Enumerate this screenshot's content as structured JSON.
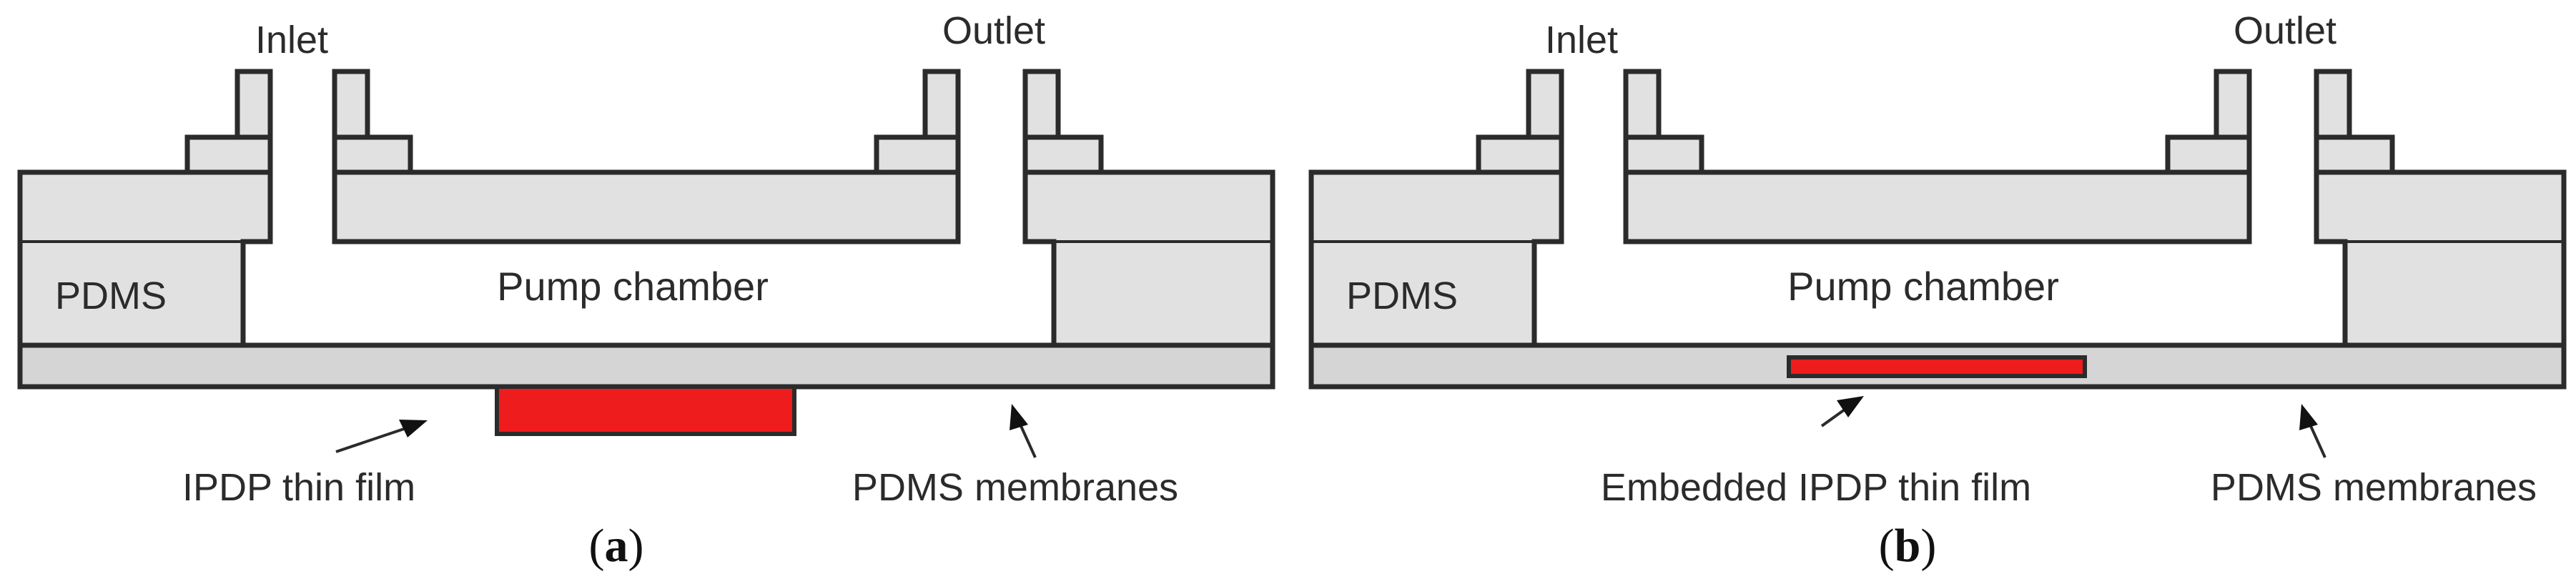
{
  "panels": [
    {
      "caption_open": "(",
      "caption_letter": "a",
      "caption_close": ")",
      "inlet_label": "Inlet",
      "outlet_label": "Outlet",
      "pdms_label": "PDMS",
      "chamber_label": "Pump chamber",
      "film_label": "IPDP thin film",
      "membrane_label": "PDMS membranes",
      "film_placement": "external"
    },
    {
      "caption_open": "(",
      "caption_letter": "b",
      "caption_close": ")",
      "inlet_label": "Inlet",
      "outlet_label": "Outlet",
      "pdms_label": "PDMS",
      "chamber_label": "Pump chamber",
      "film_label": "Embedded IPDP thin film",
      "membrane_label": "PDMS membranes",
      "film_placement": "embedded"
    }
  ],
  "colors": {
    "pdms_fill": "#e1e1e1",
    "membrane_fill": "#d5d5d5",
    "film_fill": "#ee1c1c",
    "outline": "#2b2b2b"
  }
}
